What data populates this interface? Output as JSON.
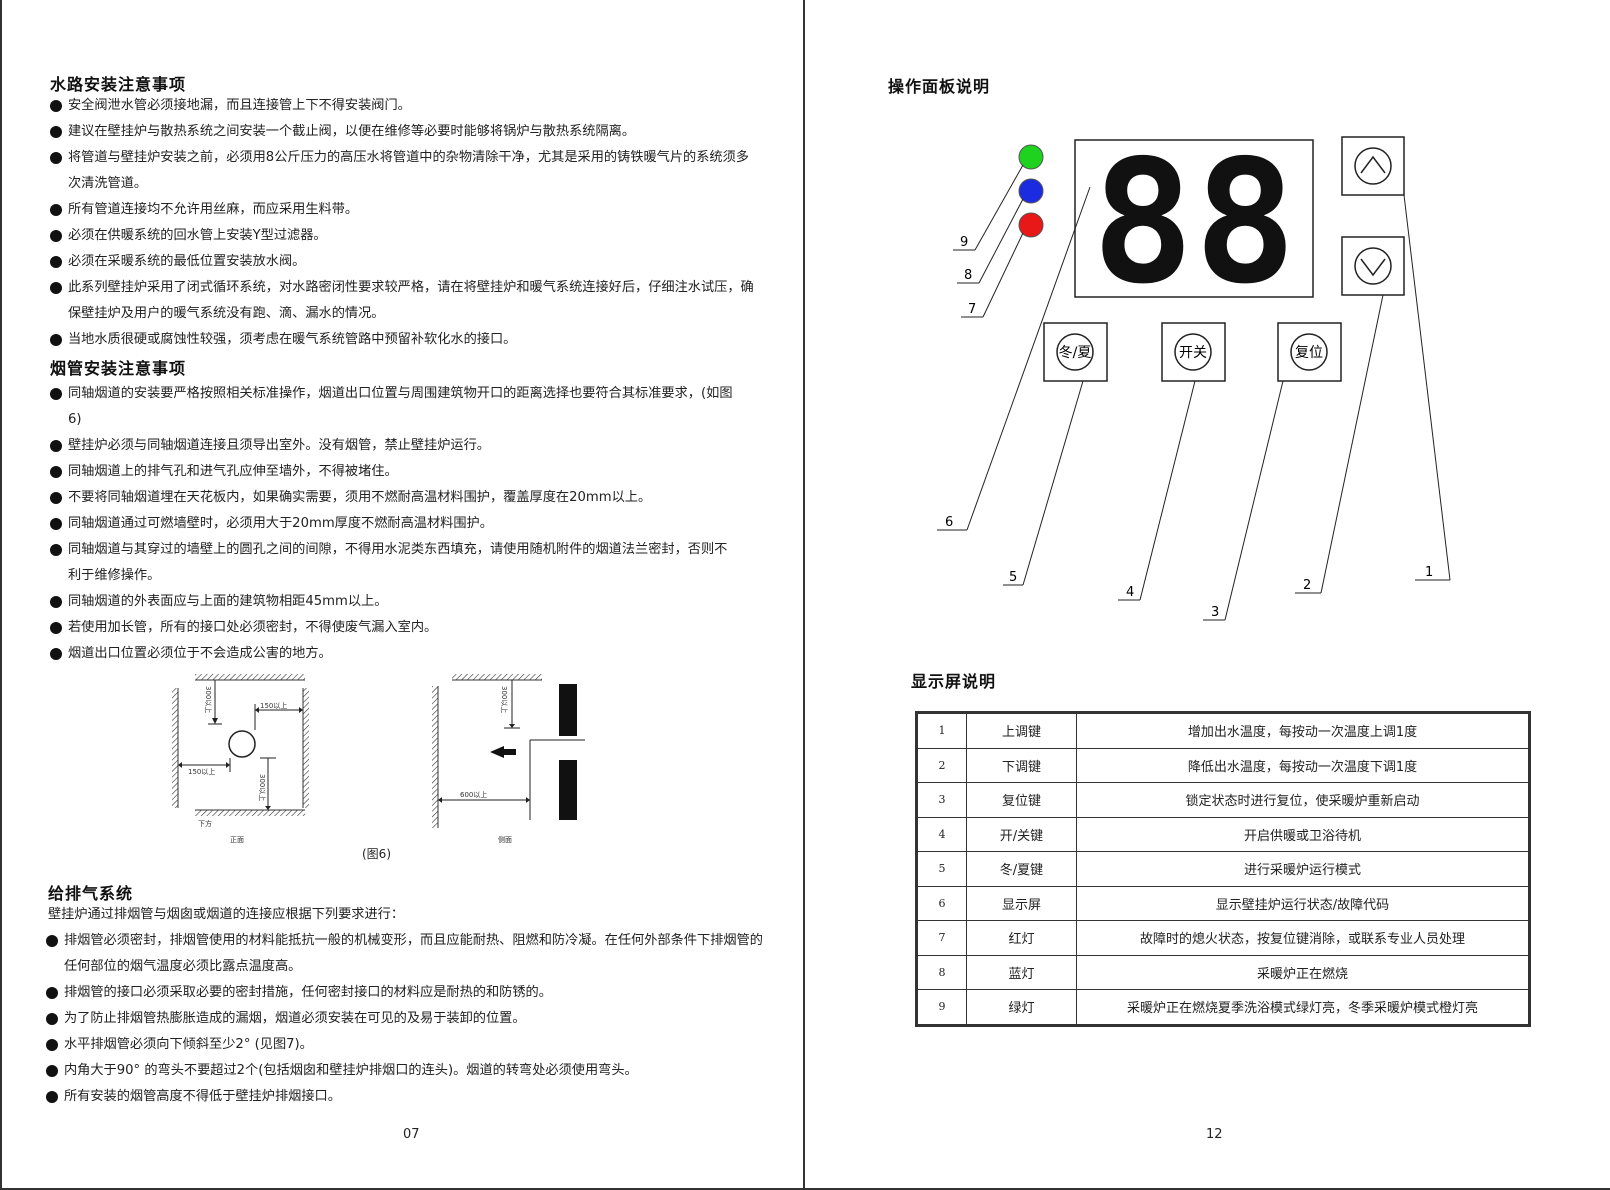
{
  "left_page": {
    "water": {
      "heading": "水路安装注意事项",
      "items": [
        "安全阀泄水管必须接地漏，而且连接管上下不得安装阀门。",
        "建议在壁挂炉与散热系统之间安装一个截止阀，以便在维修等必要时能够将锅炉与散热系统隔离。",
        "将管道与壁挂炉安装之前，必须用8公斤压力的高压水将管道中的杂物清除干净，尤其是采用的铸铁暖气片的系统须多次清洗管道。",
        "所有管道连接均不允许用丝麻，而应采用生料带。",
        "必须在供暖系统的回水管上安装Y型过滤器。",
        "必须在采暖系统的最低位置安装放水阀。",
        "此系列壁挂炉采用了闭式循环系统，对水路密闭性要求较严格，请在将壁挂炉和暖气系统连接好后，仔细注水试压，确保壁挂炉及用户的暖气系统没有跑、滴、漏水的情况。",
        "当地水质很硬或腐蚀性较强，须考虑在暖气系统管路中预留补软化水的接口。"
      ]
    },
    "flue": {
      "heading": "烟管安装注意事项",
      "items": [
        "同轴烟道的安装要严格按照相关标准操作，烟道出口位置与周围建筑物开口的距离选择也要符合其标准要求，(如图6)",
        "壁挂炉必须与同轴烟道连接且须导出室外。没有烟管，禁止壁挂炉运行。",
        "同轴烟道上的排气孔和进气孔应伸至墙外，不得被堵住。",
        "不要将同轴烟道埋在天花板内，如果确实需要，须用不燃耐高温材料围护，覆盖厚度在20mm以上。",
        "同轴烟道通过可燃墙壁时，必须用大于20mm厚度不燃耐高温材料围护。",
        "同轴烟道与其穿过的墙壁上的圆孔之间的间隙，不得用水泥类东西填充，请使用随机附件的烟道法兰密封，否则不利于维修操作。",
        "同轴烟道的外表面应与上面的建筑物相距45mm以上。",
        "若使用加长管，所有的接口处必须密封，不得使废气漏入室内。",
        "烟道出口位置必须位于不会造成公害的地方。"
      ]
    },
    "figure": {
      "caption": "(图6)",
      "front_label": "正面",
      "side_label": "侧面",
      "bottom_label": "下方",
      "dim_300": "300以上",
      "dim_150": "150以上",
      "dim_600": "600以上"
    },
    "exhaust": {
      "heading": "给排气系统",
      "intro": "壁挂炉通过排烟管与烟囱或烟道的连接应根据下列要求进行：",
      "items": [
        "排烟管必须密封，排烟管使用的材料能抵抗一般的机械变形，而且应能耐热、阻燃和防冷凝。在任何外部条件下排烟管的任何部位的烟气温度必须比露点温度高。",
        "排烟管的接口必须采取必要的密封措施，任何密封接口的材料应是耐热的和防锈的。",
        "为了防止排烟管热膨胀造成的漏烟，烟道必须安装在可见的及易于装卸的位置。",
        "水平排烟管必须向下倾斜至少2° (见图7)。",
        "内角大于90° 的弯头不要超过2个(包括烟囱和壁挂炉排烟口的连头)。烟道的转弯处必须使用弯头。",
        "所有安装的烟管高度不得低于壁挂炉排烟接口。"
      ]
    },
    "page_number": "07"
  },
  "right_page": {
    "panel": {
      "heading": "操作面板说明",
      "display_digits": "88",
      "btn_winter_summer": "冬/夏",
      "btn_power": "开关",
      "btn_reset": "复位",
      "callouts": [
        "1",
        "2",
        "3",
        "4",
        "5",
        "6",
        "7",
        "8",
        "9"
      ],
      "led_colors": {
        "green": "#1fd21f",
        "blue": "#1a2be0",
        "red": "#e81818"
      }
    },
    "display": {
      "heading": "显示屏说明",
      "rows": [
        {
          "no": "1",
          "name": "上调键",
          "desc": "增加出水温度，每按动一次温度上调1度"
        },
        {
          "no": "2",
          "name": "下调键",
          "desc": "降低出水温度，每按动一次温度下调1度"
        },
        {
          "no": "3",
          "name": "复位键",
          "desc": "锁定状态时进行复位，使采暖炉重新启动"
        },
        {
          "no": "4",
          "name": "开/关键",
          "desc": "开启供暖或卫浴待机"
        },
        {
          "no": "5",
          "name": "冬/夏键",
          "desc": "进行采暖炉运行模式"
        },
        {
          "no": "6",
          "name": "显示屏",
          "desc": "显示壁挂炉运行状态/故障代码"
        },
        {
          "no": "7",
          "name": "红灯",
          "desc": "故障时的熄火状态，按复位键消除，或联系专业人员处理"
        },
        {
          "no": "8",
          "name": "蓝灯",
          "desc": "采暖炉正在燃烧"
        },
        {
          "no": "9",
          "name": "绿灯",
          "desc": "采暖炉正在燃烧夏季洗浴模式绿灯亮，冬季采暖炉模式橙灯亮"
        }
      ]
    },
    "page_number": "12"
  }
}
